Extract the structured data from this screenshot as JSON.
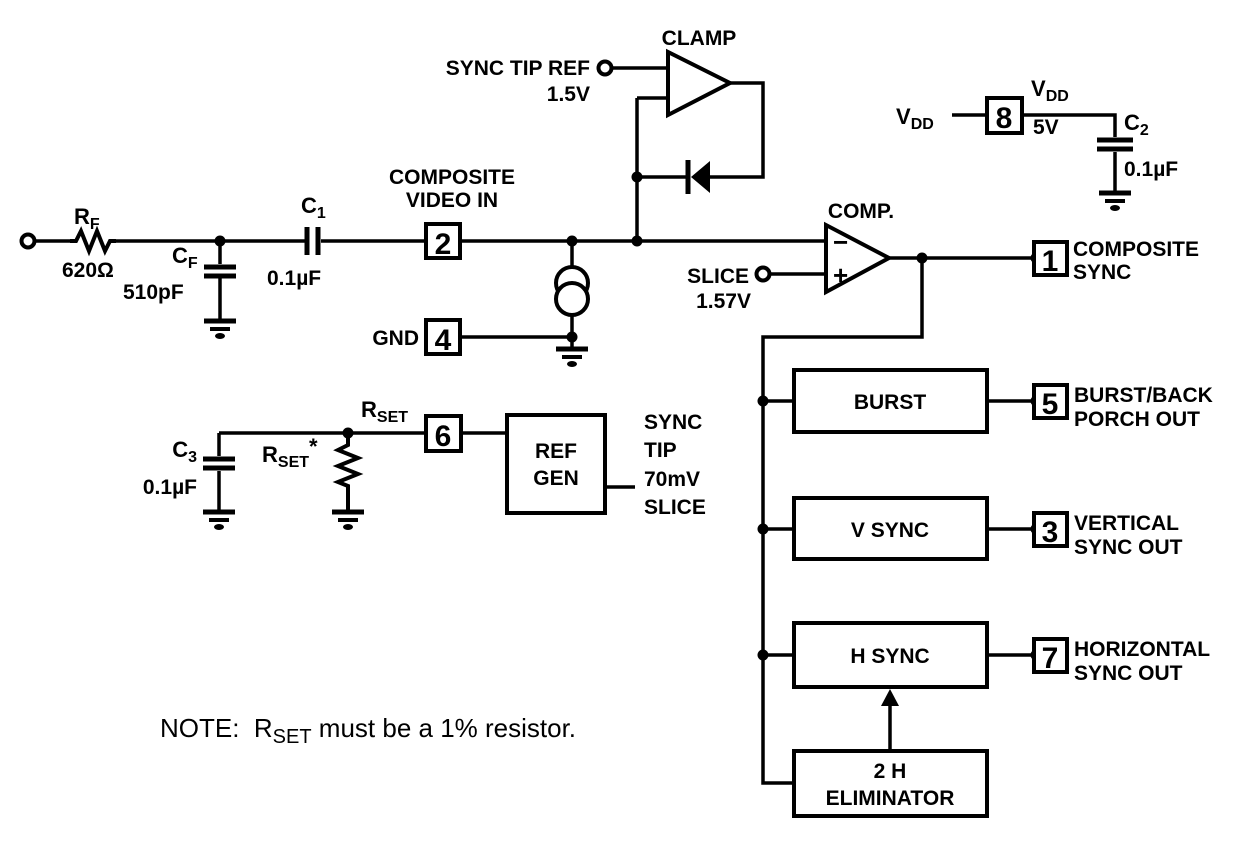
{
  "schematic": {
    "rf": {
      "sym": "R",
      "sub": "F",
      "value": "620Ω"
    },
    "cf": {
      "sym": "C",
      "sub": "F",
      "value": "510pF"
    },
    "c1": {
      "sym": "C",
      "sub": "1",
      "value": "0.1µF"
    },
    "c2": {
      "sym": "C",
      "sub": "2",
      "value": "0.1µF"
    },
    "c3": {
      "sym": "C",
      "sub": "3",
      "value": "0.1µF"
    },
    "rset_shunt": {
      "sym": "R",
      "sub": "SET",
      "star": "*"
    },
    "rset_wire": {
      "sym": "R",
      "sub": "SET"
    },
    "vdd_source": {
      "sym": "V",
      "sub": "DD"
    },
    "vdd_rail": {
      "sym": "V",
      "sub": "DD",
      "value": "5V"
    },
    "pins": {
      "p1": "1",
      "p2": "2",
      "p3": "3",
      "p4": "4",
      "p5": "5",
      "p6": "6",
      "p7": "7",
      "p8": "8"
    },
    "sync_tip_ref": {
      "label": "SYNC TIP REF",
      "value": "1.5V"
    },
    "slice": {
      "label": "SLICE",
      "value": "1.57V"
    },
    "video_in": {
      "line1": "COMPOSITE",
      "line2": "VIDEO IN"
    },
    "gnd_label": "GND",
    "clamp_label": "CLAMP",
    "comp_label": "COMP.",
    "comp_minus": "−",
    "comp_plus": "+",
    "composite_sync": {
      "line1": "COMPOSITE",
      "line2": "SYNC"
    },
    "burst_label": "BURST",
    "burst_out": {
      "line1": "BURST/BACK",
      "line2": "PORCH OUT"
    },
    "vsync_label": "V SYNC",
    "vsync_out": {
      "line1": "VERTICAL",
      "line2": "SYNC OUT"
    },
    "hsync_label": "H SYNC",
    "hsync_out": {
      "line1": "HORIZONTAL",
      "line2": "SYNC OUT"
    },
    "eliminator": {
      "line1": "2 H",
      "line2": "ELIMINATOR"
    },
    "ref_gen": {
      "line1": "REF",
      "line2": "GEN"
    },
    "ref_out": {
      "line1": "SYNC",
      "line2": "TIP",
      "line3": "70mV",
      "line4": "SLICE"
    },
    "note": {
      "prefix": "NOTE:  R",
      "sub": "SET",
      "suffix": " must be a 1% resistor."
    }
  },
  "colors": {
    "line": "#000000",
    "background": "#ffffff"
  }
}
